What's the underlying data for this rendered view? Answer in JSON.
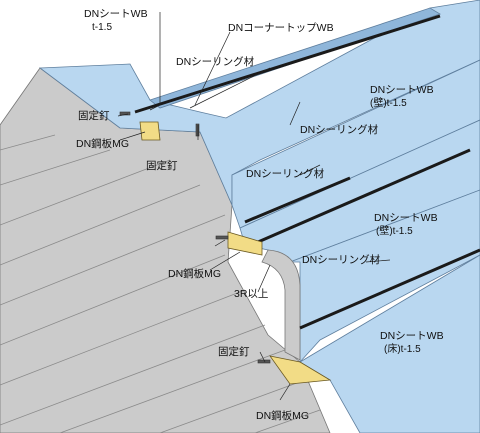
{
  "colors": {
    "membrane": "#b9d7f0",
    "membrane_dark": "#8fb6da",
    "roof_slope": "#cbcbcb",
    "roof_line": "#8a8a8a",
    "sealant": "#1a1a1a",
    "steel_plate": "#f2dc86",
    "leader": "#222222"
  },
  "labels": {
    "sheet_top": "DNシートWB",
    "sheet_top_thickness": "t-1.5",
    "corner_top": "DNコーナートップWB",
    "sealant_1": "DNシーリング材",
    "nail_1": "固定釘",
    "steel_1": "DN鋼板MG",
    "nail_2": "固定釘",
    "sealant_2": "DNシーリング材",
    "sheet_wall_1": "DNシートWB",
    "sheet_wall_1_sub": "(壁)t-1.5",
    "sealant_3": "DNシーリング材",
    "sheet_wall_2": "DNシートWB",
    "sheet_wall_2_sub": "(壁)t-1.5",
    "steel_2": "DN鋼板MG",
    "sealant_4": "DNシーリング材",
    "radius": "3R以上",
    "sheet_floor": "DNシートWB",
    "sheet_floor_sub": "(床)t-1.5",
    "nail_3": "固定釘",
    "steel_3": "DN鋼板MG"
  }
}
